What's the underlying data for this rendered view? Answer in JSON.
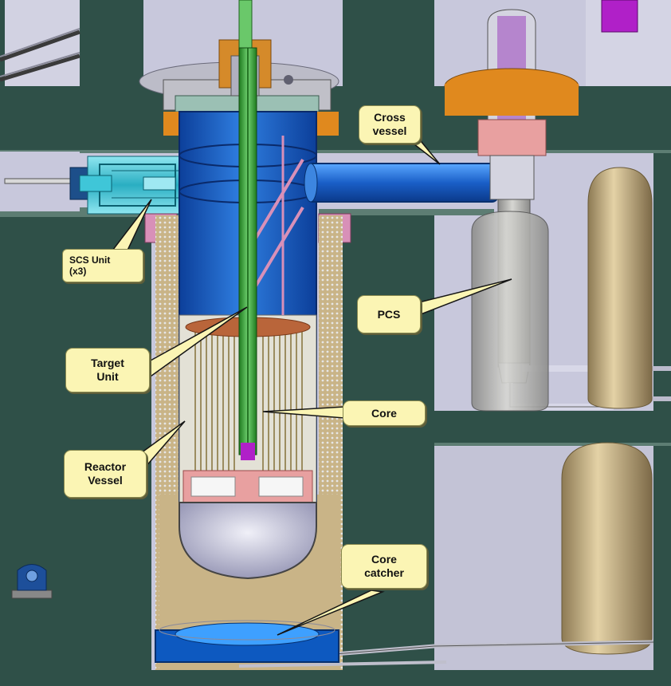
{
  "labels": {
    "cross_vessel": [
      "Cross",
      "vessel"
    ],
    "scs_unit": [
      "SCS  Unit",
      "(x3)"
    ],
    "pcs": "PCS",
    "target_unit": [
      "Target",
      "Unit"
    ],
    "core": "Core",
    "reactor_vessel": [
      "Reactor",
      "Vessel"
    ],
    "core_catcher": [
      "Core",
      "catcher"
    ]
  },
  "colors": {
    "wall": "#2f5048",
    "wall_light": "#58786e",
    "background": "#c8c8dc",
    "vessel_blue": "#1f63c4",
    "target_green": "#3aa33a",
    "scs_cyan": "#3fc6d8",
    "tank_tan": "#c9b487",
    "callout_fill": "#fbf5b4",
    "orange": "#e0891e",
    "pink": "#d890b8",
    "magenta": "#b020c8"
  }
}
